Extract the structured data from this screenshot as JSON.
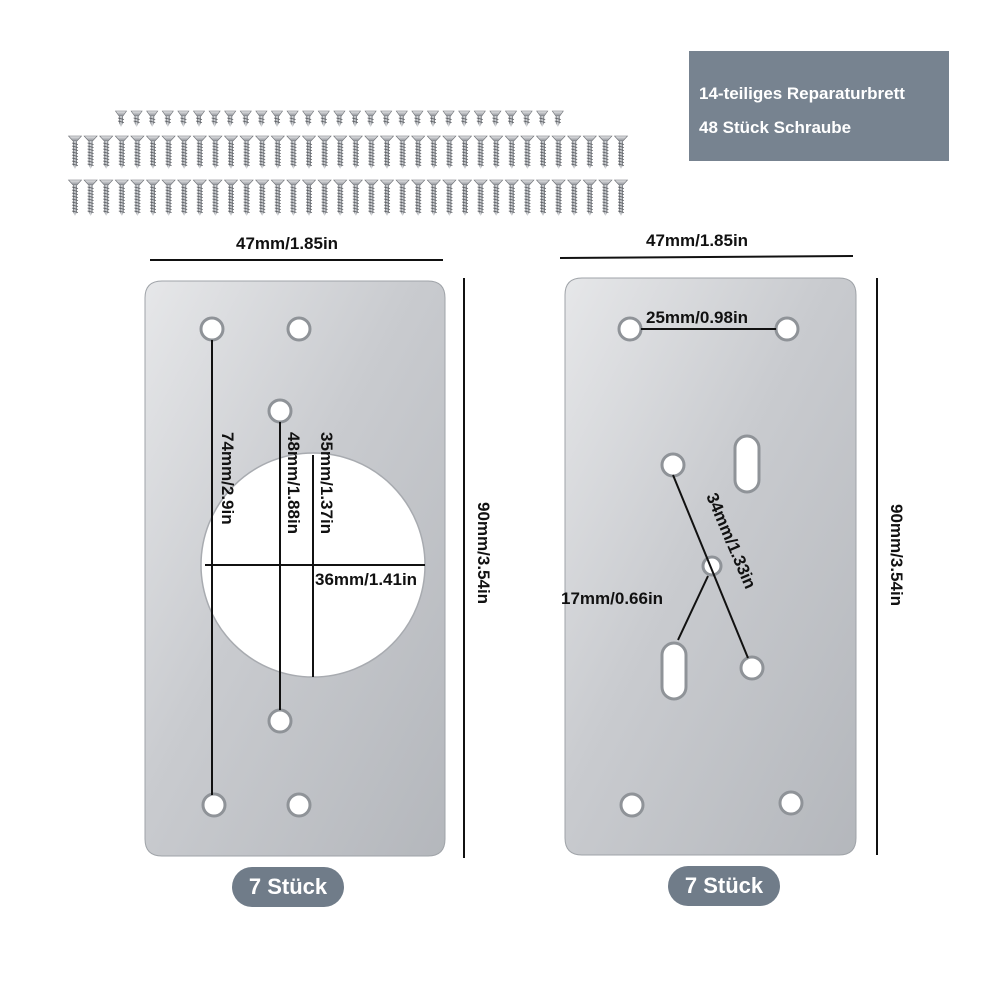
{
  "info_box": {
    "line1": "14-teiliges Reparaturbrett",
    "line2": "48 Stück Schraube"
  },
  "left_plate": {
    "width_label": "47mm/1.85in",
    "height_label": "90mm/3.54in",
    "outer_span_label": "74mm/2.9in",
    "inner_span_label": "48mm/1.88in",
    "hole_radius_label": "35mm/1.37in",
    "hole_diameter_label": "36mm/1.41in",
    "count_label": "7 Stück"
  },
  "right_plate": {
    "width_label": "47mm/1.85in",
    "height_label": "90mm/3.54in",
    "top_span_label": "25mm/0.98in",
    "diagonal_label": "34mm/1.33in",
    "small_span_label": "17mm/0.66in",
    "count_label": "7 Stück"
  },
  "colors": {
    "info_box_bg": "#778390",
    "pill_bg": "#707c89",
    "plate_light": "#d9dbde",
    "plate_dark": "#b9bcc1"
  },
  "screws": {
    "short_row_count": 29,
    "long_row_count": 36
  }
}
